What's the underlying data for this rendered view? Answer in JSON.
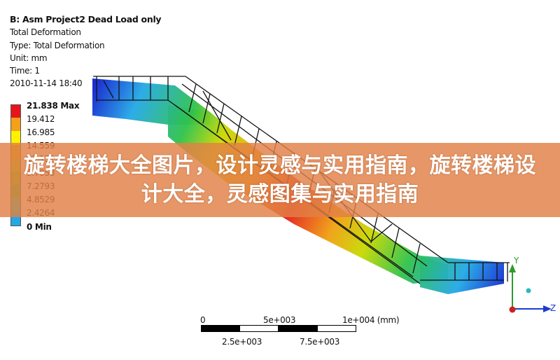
{
  "info": {
    "title": "B: Asm Project2 Dead Load only",
    "result": "Total Deformation",
    "type": "Type: Total Deformation",
    "unit": "Unit: mm",
    "time": "Time: 1",
    "timestamp": "2010-11-14 18:40"
  },
  "legend": {
    "entries": [
      {
        "label": "21.838 Max",
        "color": "#e8141b"
      },
      {
        "label": "19.412",
        "color": "#f5a01a"
      },
      {
        "label": "16.985",
        "color": "#fdf200"
      },
      {
        "label": "14.559",
        "color": "#d8b400"
      },
      {
        "label": "12.132",
        "color": "#a9c90a"
      },
      {
        "label": "9.7058",
        "color": "#73c11b"
      },
      {
        "label": "7.2793",
        "color": "#3dc23a"
      },
      {
        "label": "4.8529",
        "color": "#22c6a8"
      },
      {
        "label": "2.4264",
        "color": "#22a8e6"
      },
      {
        "label": "0 Min",
        "color": "#1020e0"
      }
    ]
  },
  "banner": {
    "text": "旋转楼梯大全图片，设计灵感与实用指南，旋转楼梯设计大全，灵感图集与实用指南",
    "color": "#e28046"
  },
  "scale_bar": {
    "top_labels": [
      "0",
      "5e+003",
      "1e+004 (mm)"
    ],
    "bottom_labels": [
      "2.5e+003",
      "7.5e+003"
    ]
  },
  "axes": {
    "y_label": "Y",
    "z_label": "Z",
    "y_color": "#2e9a2e",
    "z_color": "#1c3ccc",
    "origin_color": "#cc2020"
  }
}
